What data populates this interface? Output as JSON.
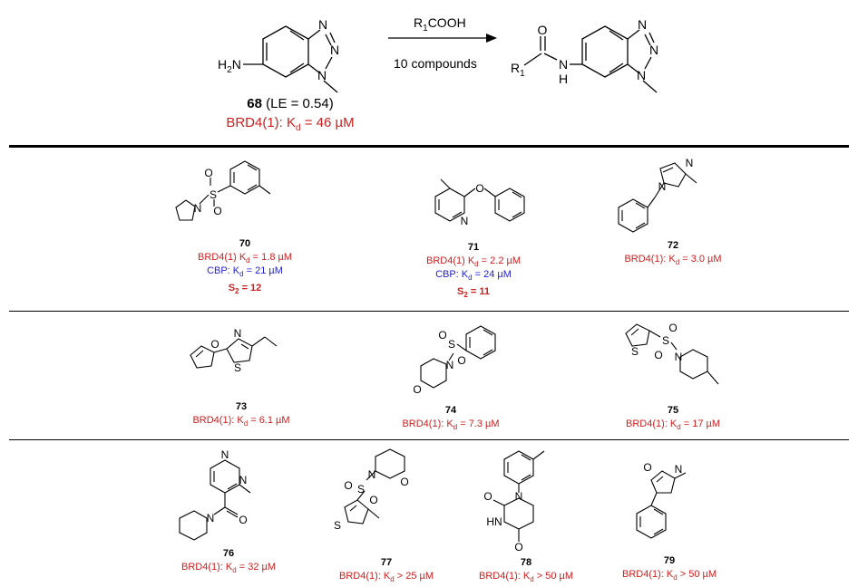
{
  "reaction": {
    "reagent": "R",
    "reagent_sub": "1",
    "reagent_rest": "COOH",
    "condition": "10 compounds"
  },
  "start": {
    "number": "68",
    "le": "(LE = 0.54)",
    "assay_prefix": "BRD4(1): K",
    "assay_sub": "d",
    "assay_value": "= 46 µM"
  },
  "atoms": {
    "N": "N",
    "O": "O",
    "S": "S",
    "H": "H",
    "H2N": "H",
    "two": "2",
    "R": "R",
    "one": "1",
    "HN": "HN"
  },
  "compounds": [
    {
      "number": "70",
      "lines": [
        {
          "cls": "red",
          "pre": "BRD4(1) K",
          "sub": "d",
          "post": " = 1.8 µM"
        },
        {
          "cls": "blue",
          "pre": "CBP: K",
          "sub": "d",
          "post": " = 21 µM"
        },
        {
          "cls": "s2",
          "pre": "S",
          "sub": "2",
          "post": " = 12"
        }
      ]
    },
    {
      "number": "71",
      "lines": [
        {
          "cls": "red",
          "pre": "BRD4(1) K",
          "sub": "d",
          "post": " = 2.2 µM"
        },
        {
          "cls": "blue",
          "pre": "CBP: K",
          "sub": "d",
          "post": " = 24 µM"
        },
        {
          "cls": "s2",
          "pre": "S",
          "sub": "2",
          "post": " = 11"
        }
      ]
    },
    {
      "number": "72",
      "lines": [
        {
          "cls": "red",
          "pre": "BRD4(1): K",
          "sub": "d",
          "post": " = 3.0 µM"
        }
      ]
    },
    {
      "number": "73",
      "lines": [
        {
          "cls": "red",
          "pre": "BRD4(1): K",
          "sub": "d",
          "post": " = 6.1 µM"
        }
      ]
    },
    {
      "number": "74",
      "lines": [
        {
          "cls": "red",
          "pre": "BRD4(1): K",
          "sub": "d",
          "post": " = 7.3 µM"
        }
      ]
    },
    {
      "number": "75",
      "lines": [
        {
          "cls": "red",
          "pre": "BRD4(1): K",
          "sub": "d",
          "post": " = 17 µM"
        }
      ]
    },
    {
      "number": "76",
      "lines": [
        {
          "cls": "red",
          "pre": "BRD4(1): K",
          "sub": "d",
          "post": " = 32 µM"
        }
      ]
    },
    {
      "number": "77",
      "lines": [
        {
          "cls": "red",
          "pre": "BRD4(1): K",
          "sub": "d",
          "post": " > 25 µM"
        }
      ]
    },
    {
      "number": "78",
      "lines": [
        {
          "cls": "red",
          "pre": "BRD4(1): K",
          "sub": "d",
          "post": " > 50 µM"
        }
      ]
    },
    {
      "number": "79",
      "lines": [
        {
          "cls": "red",
          "pre": "BRD4(1): K",
          "sub": "d",
          "post": " > 50 µM"
        }
      ]
    }
  ]
}
